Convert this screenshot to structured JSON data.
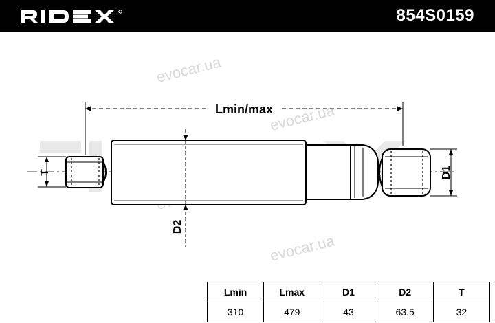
{
  "header": {
    "brand": "RIDEX",
    "part_number": "854S0159",
    "background_color": "#000000",
    "text_color": "#ffffff"
  },
  "diagram": {
    "length_label": "Lmin/max",
    "top_eye_label": "T",
    "body_diameter_label": "D2",
    "bottom_eye_label": "D1",
    "watermark_text": "evocar.ua"
  },
  "spec_table": {
    "headers": [
      "Lmin",
      "Lmax",
      "D1",
      "D2",
      "T"
    ],
    "values": [
      "310",
      "479",
      "43",
      "63.5",
      "32"
    ]
  }
}
